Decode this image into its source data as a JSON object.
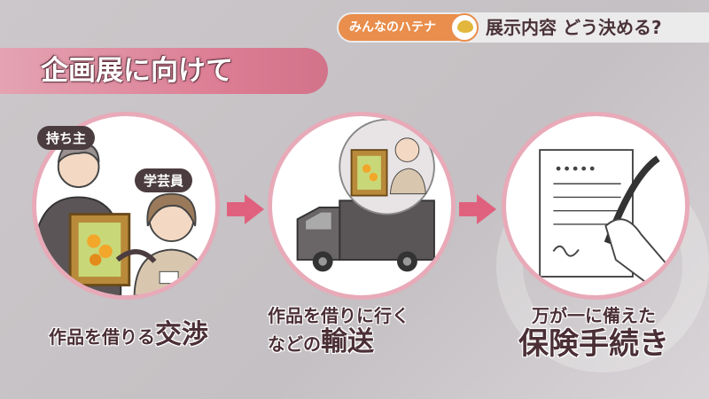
{
  "header": {
    "segment_tag": "みんなのハテナ",
    "title": "展示内容 どう決める?"
  },
  "banner": {
    "title": "企画展に向けて"
  },
  "steps": [
    {
      "labels": [
        "持ち主",
        "学芸員"
      ],
      "caption_small": "作品を借りる",
      "caption_big": "交渉"
    },
    {
      "caption_small": "作品を借りに行く",
      "caption_small2": "などの",
      "caption_big": "輸送"
    },
    {
      "caption_small": "万が一に備えた",
      "caption_big": "保険手続き"
    }
  ],
  "colors": {
    "accent": "#e0617e",
    "tag": "#e98e4c",
    "banner": "#dc7c93"
  }
}
